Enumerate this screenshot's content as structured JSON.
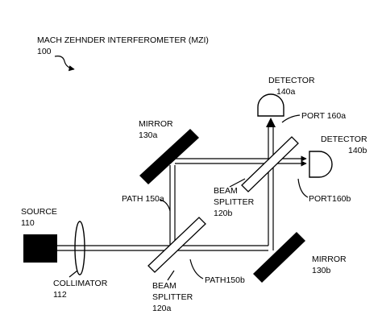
{
  "title": "MACH ZEHNDER INTERFEROMETER (MZI)",
  "title_ref": "100",
  "source": {
    "label": "SOURCE",
    "ref": "110"
  },
  "collimator": {
    "label": "COLLIMATOR",
    "ref": "112"
  },
  "beam_splitter_a": {
    "line1": "BEAM",
    "line2": "SPLITTER",
    "ref": "120a"
  },
  "beam_splitter_b": {
    "line1": "BEAM",
    "line2": "SPLITTER",
    "ref": "120b"
  },
  "mirror_a": {
    "label": "MIRROR",
    "ref": "130a"
  },
  "mirror_b": {
    "label": "MIRROR",
    "ref": "130b"
  },
  "detector_a": {
    "label": "DETECTOR",
    "ref": "140a"
  },
  "detector_b": {
    "label": "DETECTOR",
    "ref": "140b"
  },
  "path_a": "PATH 150a",
  "path_b": "PATH150b",
  "port_a": "PORT 160a",
  "port_b": "PORT160b"
}
